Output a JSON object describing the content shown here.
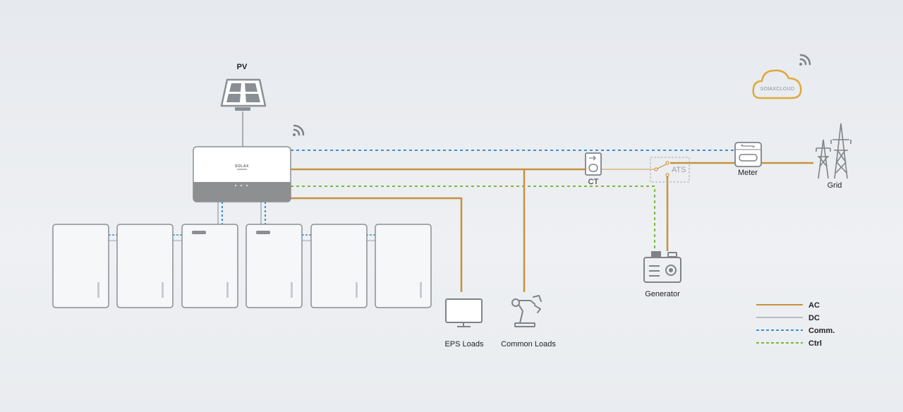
{
  "labels": {
    "pv": "PV",
    "ct": "CT",
    "ats": "ATS",
    "meter": "Meter",
    "grid": "Grid",
    "generator": "Generator",
    "eps_loads": "EPS Loads",
    "common_loads": "Common Loads",
    "cloud": "SOlAXCLOUD",
    "inverter_brand": "SOLAX"
  },
  "legend": [
    {
      "label": "AC",
      "color": "#c8913f",
      "style": "solid"
    },
    {
      "label": "DC",
      "color": "#b8bcc2",
      "style": "solid"
    },
    {
      "label": "Comm.",
      "color": "#3b8fd6",
      "style": "dashed"
    },
    {
      "label": "Ctrl",
      "color": "#7cb83a",
      "style": "dashed"
    }
  ],
  "colors": {
    "ac": "#c8913f",
    "dc": "#b8bcc2",
    "comm": "#3b8fd6",
    "ctrl": "#7cb83a",
    "cloud": "#e0a93a",
    "device_stroke": "#8a8f96",
    "inverter_base": "#8e8f91"
  },
  "icons": {
    "wifi": "wifi-icon",
    "solar_panel": "solar-panel-icon",
    "tower": "transmission-tower-icon",
    "monitor": "monitor-icon",
    "robot_arm": "robot-arm-icon",
    "generator": "generator-icon",
    "cloud": "cloud-icon"
  }
}
